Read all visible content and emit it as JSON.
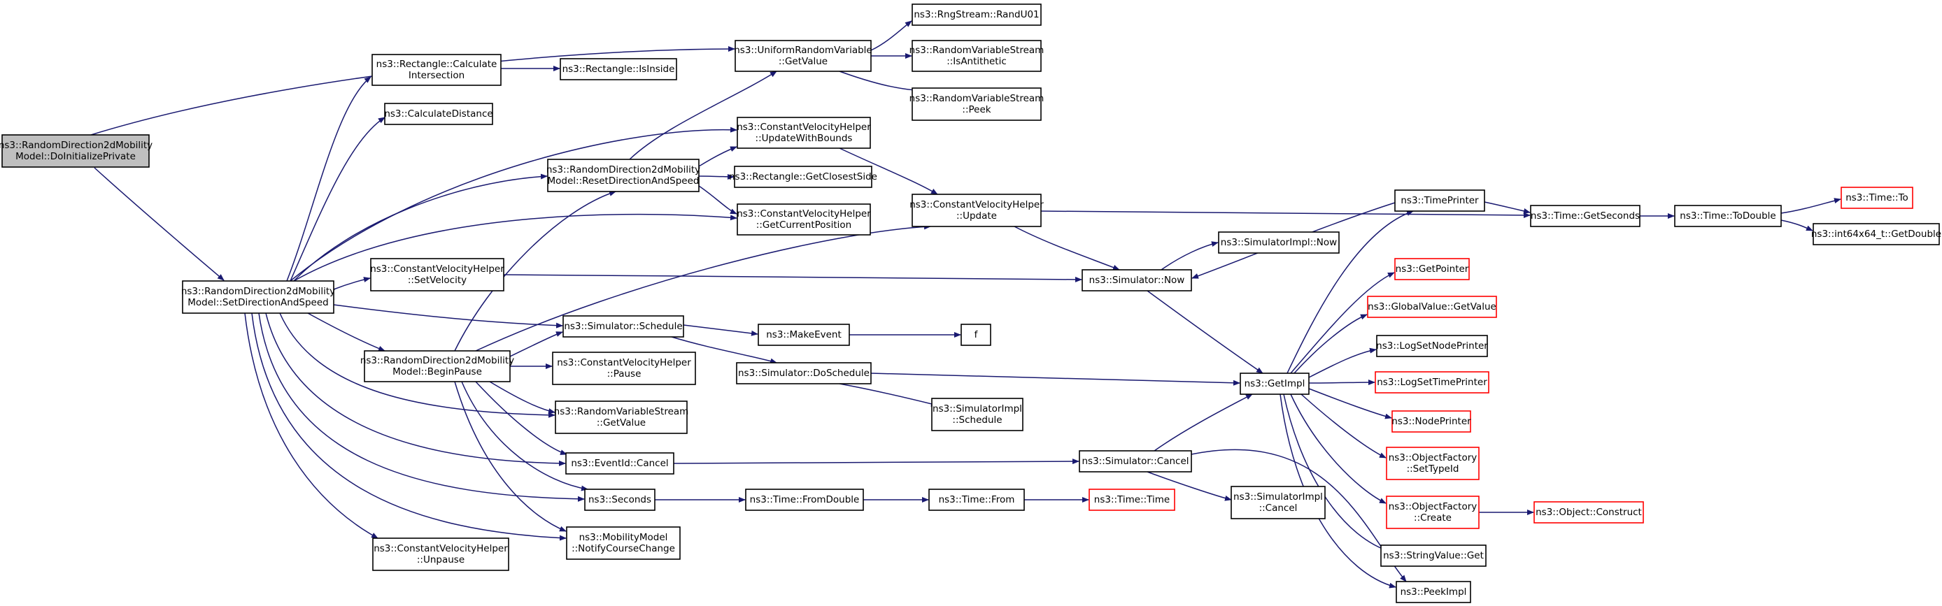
{
  "colors": {
    "edge": "#191970",
    "root_fill": "#bfbfbf",
    "node_border": "#000000",
    "truncated_border": "#ff0000"
  },
  "nodes": [
    {
      "id": "n_init",
      "lines": [
        "ns3::RandomDirection2dMobility",
        "Model::DoInitializePrivate"
      ],
      "root": true
    },
    {
      "id": "n_setdir",
      "lines": [
        "ns3::RandomDirection2dMobility",
        "Model::SetDirectionAndSpeed"
      ]
    },
    {
      "id": "n_rci",
      "lines": [
        "ns3::Rectangle::Calculate",
        "Intersection"
      ]
    },
    {
      "id": "n_rii",
      "lines": [
        "ns3::Rectangle::IsInside"
      ]
    },
    {
      "id": "n_cd",
      "lines": [
        "ns3::CalculateDistance"
      ]
    },
    {
      "id": "n_reset",
      "lines": [
        "ns3::RandomDirection2dMobility",
        "Model::ResetDirectionAndSpeed"
      ]
    },
    {
      "id": "n_urv",
      "lines": [
        "ns3::UniformRandomVariable",
        "::GetValue"
      ]
    },
    {
      "id": "n_rng",
      "lines": [
        "ns3::RngStream::RandU01"
      ]
    },
    {
      "id": "n_anti",
      "lines": [
        "ns3::RandomVariableStream",
        "::IsAntithetic"
      ]
    },
    {
      "id": "n_peek",
      "lines": [
        "ns3::RandomVariableStream",
        "::Peek"
      ]
    },
    {
      "id": "n_uwb",
      "lines": [
        "ns3::ConstantVelocityHelper",
        "::UpdateWithBounds"
      ]
    },
    {
      "id": "n_gcs",
      "lines": [
        "ns3::Rectangle::GetClosestSide"
      ]
    },
    {
      "id": "n_gcp",
      "lines": [
        "ns3::ConstantVelocityHelper",
        "::GetCurrentPosition"
      ]
    },
    {
      "id": "n_cvu",
      "lines": [
        "ns3::ConstantVelocityHelper",
        "::Update"
      ]
    },
    {
      "id": "n_tgs",
      "lines": [
        "ns3::Time::GetSeconds"
      ]
    },
    {
      "id": "n_ttd",
      "lines": [
        "ns3::Time::ToDouble"
      ]
    },
    {
      "id": "n_tto",
      "lines": [
        "ns3::Time::To"
      ],
      "truncated": true
    },
    {
      "id": "n_i64",
      "lines": [
        "ns3::int64x64_t::GetDouble"
      ]
    },
    {
      "id": "n_sv",
      "lines": [
        "ns3::ConstantVelocityHelper",
        "::SetVelocity"
      ]
    },
    {
      "id": "n_simnow",
      "lines": [
        "ns3::Simulator::Now"
      ]
    },
    {
      "id": "n_sinow",
      "lines": [
        "ns3::SimulatorImpl::Now"
      ]
    },
    {
      "id": "n_tp",
      "lines": [
        "ns3::TimePrinter"
      ]
    },
    {
      "id": "n_gp",
      "lines": [
        "ns3::GetPointer"
      ],
      "truncated": true
    },
    {
      "id": "n_gv",
      "lines": [
        "ns3::GlobalValue::GetValue"
      ],
      "truncated": true
    },
    {
      "id": "n_lsnp",
      "lines": [
        "ns3::LogSetNodePrinter"
      ]
    },
    {
      "id": "n_lstp",
      "lines": [
        "ns3::LogSetTimePrinter"
      ],
      "truncated": true
    },
    {
      "id": "n_np",
      "lines": [
        "ns3::NodePrinter"
      ],
      "truncated": true
    },
    {
      "id": "n_ofst",
      "lines": [
        "ns3::ObjectFactory",
        "::SetTypeId"
      ],
      "truncated": true
    },
    {
      "id": "n_ofc",
      "lines": [
        "ns3::ObjectFactory",
        "::Create"
      ],
      "truncated": true
    },
    {
      "id": "n_oc",
      "lines": [
        "ns3::Object::Construct"
      ],
      "truncated": true
    },
    {
      "id": "n_svg",
      "lines": [
        "ns3::StringValue::Get"
      ]
    },
    {
      "id": "n_pi",
      "lines": [
        "ns3::PeekImpl"
      ]
    },
    {
      "id": "n_gi",
      "lines": [
        "ns3::GetImpl"
      ]
    },
    {
      "id": "n_sched",
      "lines": [
        "ns3::Simulator::Schedule"
      ]
    },
    {
      "id": "n_me",
      "lines": [
        "ns3::MakeEvent"
      ]
    },
    {
      "id": "n_f",
      "lines": [
        "f"
      ]
    },
    {
      "id": "n_bp",
      "lines": [
        "ns3::RandomDirection2dMobility",
        "Model::BeginPause"
      ]
    },
    {
      "id": "n_cvp",
      "lines": [
        "ns3::ConstantVelocityHelper",
        "::Pause"
      ]
    },
    {
      "id": "n_dos",
      "lines": [
        "ns3::Simulator::DoSchedule"
      ]
    },
    {
      "id": "n_sis",
      "lines": [
        "ns3::SimulatorImpl",
        "::Schedule"
      ]
    },
    {
      "id": "n_rvs",
      "lines": [
        "ns3::RandomVariableStream",
        "::GetValue"
      ]
    },
    {
      "id": "n_eic",
      "lines": [
        "ns3::EventId::Cancel"
      ]
    },
    {
      "id": "n_scan",
      "lines": [
        "ns3::Simulator::Cancel"
      ]
    },
    {
      "id": "n_sican",
      "lines": [
        "ns3::SimulatorImpl",
        "::Cancel"
      ]
    },
    {
      "id": "n_sec",
      "lines": [
        "ns3::Seconds"
      ]
    },
    {
      "id": "n_tfd",
      "lines": [
        "ns3::Time::FromDouble"
      ]
    },
    {
      "id": "n_tfr",
      "lines": [
        "ns3::Time::From"
      ]
    },
    {
      "id": "n_tt",
      "lines": [
        "ns3::Time::Time"
      ],
      "truncated": true
    },
    {
      "id": "n_mm",
      "lines": [
        "ns3::MobilityModel",
        "::NotifyCourseChange"
      ]
    },
    {
      "id": "n_unp",
      "lines": [
        "ns3::ConstantVelocityHelper",
        "::Unpause"
      ]
    }
  ]
}
